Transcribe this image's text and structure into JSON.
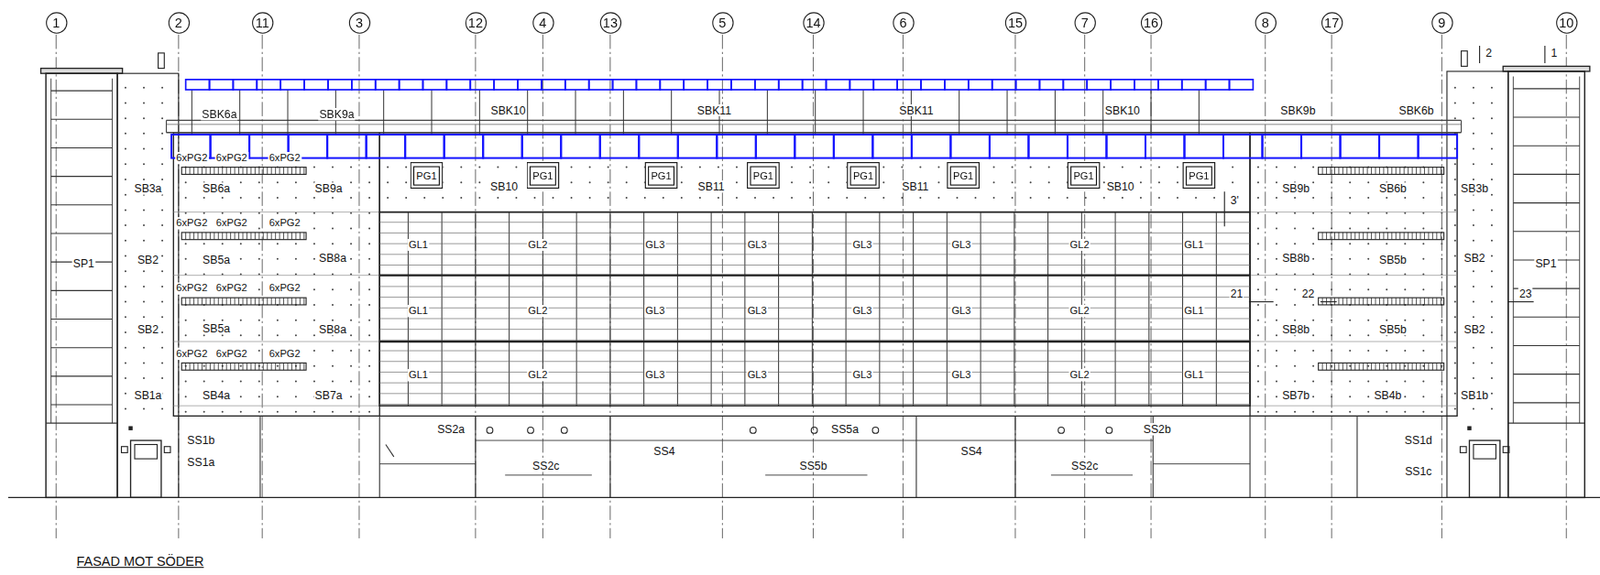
{
  "diagram": {
    "title": "FASAD MOT SÖDER",
    "nodes": [
      {
        "text": [
          "1"
        ]
      },
      {
        "text": [
          "2"
        ]
      },
      {
        "text": [
          "11"
        ]
      },
      {
        "text": [
          "3"
        ]
      },
      {
        "text": [
          "12"
        ]
      },
      {
        "text": [
          "4"
        ]
      },
      {
        "text": [
          "13"
        ]
      },
      {
        "text": [
          "5"
        ]
      },
      {
        "text": [
          "14"
        ]
      },
      {
        "text": [
          "6"
        ]
      },
      {
        "text": [
          "15"
        ]
      },
      {
        "text": [
          "7"
        ]
      },
      {
        "text": [
          "16"
        ]
      },
      {
        "text": [
          "8"
        ]
      },
      {
        "text": [
          "17"
        ]
      },
      {
        "text": [
          "9"
        ]
      },
      {
        "text": [
          "10"
        ]
      },
      {
        "text": [
          "PG1"
        ]
      },
      {
        "text": [
          "PG1"
        ]
      },
      {
        "text": [
          "PG1"
        ]
      },
      {
        "text": [
          "PG1"
        ]
      },
      {
        "text": [
          "PG1"
        ]
      },
      {
        "text": [
          "PG1"
        ]
      },
      {
        "text": [
          "PG1"
        ]
      },
      {
        "text": [
          "PG1"
        ]
      }
    ],
    "labels": [
      "SBK6a",
      "SBK9a",
      "SBK10",
      "SBK11",
      "SBK11",
      "SBK10",
      "SBK9b",
      "SBK6b",
      "SB3a",
      "SB6a",
      "SB9a",
      "SB10",
      "SB11",
      "SB11",
      "SB10",
      "SB9b",
      "SB6b",
      "SB3b",
      "SP1",
      "SB2",
      "SB5a",
      "SB8a",
      "SB8b",
      "SB5b",
      "SB2",
      "SP1",
      "SB2",
      "SB5a",
      "SB8a",
      "SB8b",
      "SB5b",
      "SB2",
      "SB1a",
      "SB4a",
      "SB7a",
      "SB7b",
      "SB4b",
      "SB1b",
      "6xPG2",
      "6xPG2",
      "6xPG2",
      "6xPG2",
      "6xPG2",
      "6xPG2",
      "6xPG2",
      "6xPG2",
      "6xPG2",
      "6xPG2",
      "6xPG2",
      "6xPG2",
      "GL1",
      "GL2",
      "GL3",
      "GL3",
      "GL3",
      "GL3",
      "GL2",
      "GL1",
      "GL1",
      "GL2",
      "GL3",
      "GL3",
      "GL3",
      "GL3",
      "GL2",
      "GL1",
      "GL1",
      "GL2",
      "GL3",
      "GL3",
      "GL3",
      "GL3",
      "GL2",
      "GL1",
      "SS1b",
      "SS1a",
      "SS2a",
      "SS5a",
      "SS2b",
      "SS4",
      "SS2c",
      "SS5b",
      "SS4",
      "SS2c",
      "SS1d",
      "SS1c",
      "3'",
      "21",
      "22",
      "23",
      "2",
      "1"
    ]
  }
}
